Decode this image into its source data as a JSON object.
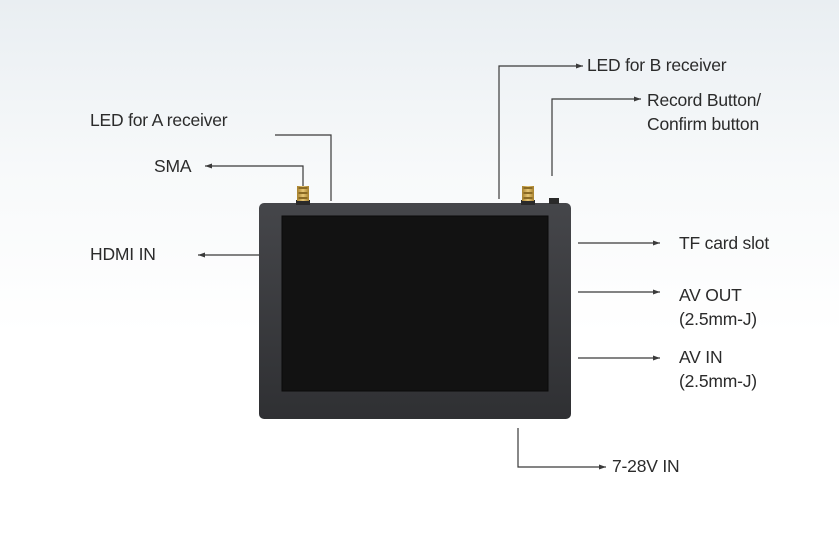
{
  "labels": {
    "led_a": "LED for A receiver",
    "led_b": "LED for B receiver",
    "record_line1": "Record Button/",
    "record_line2": "Confirm button",
    "sma": "SMA",
    "hdmi_in": "HDMI IN",
    "tf_card": "TF card slot",
    "av_out_line1": "AV OUT",
    "av_out_line2": "(2.5mm-J)",
    "av_in_line1": "AV IN",
    "av_in_line2": "(2.5mm-J)",
    "power_in": "7-28V IN"
  },
  "colors": {
    "device_body": "#3a3b3d",
    "screen": "#121212",
    "antenna": "#c9a24a",
    "leader_line": "#3a3a3a",
    "text": "#2b2b2b"
  }
}
